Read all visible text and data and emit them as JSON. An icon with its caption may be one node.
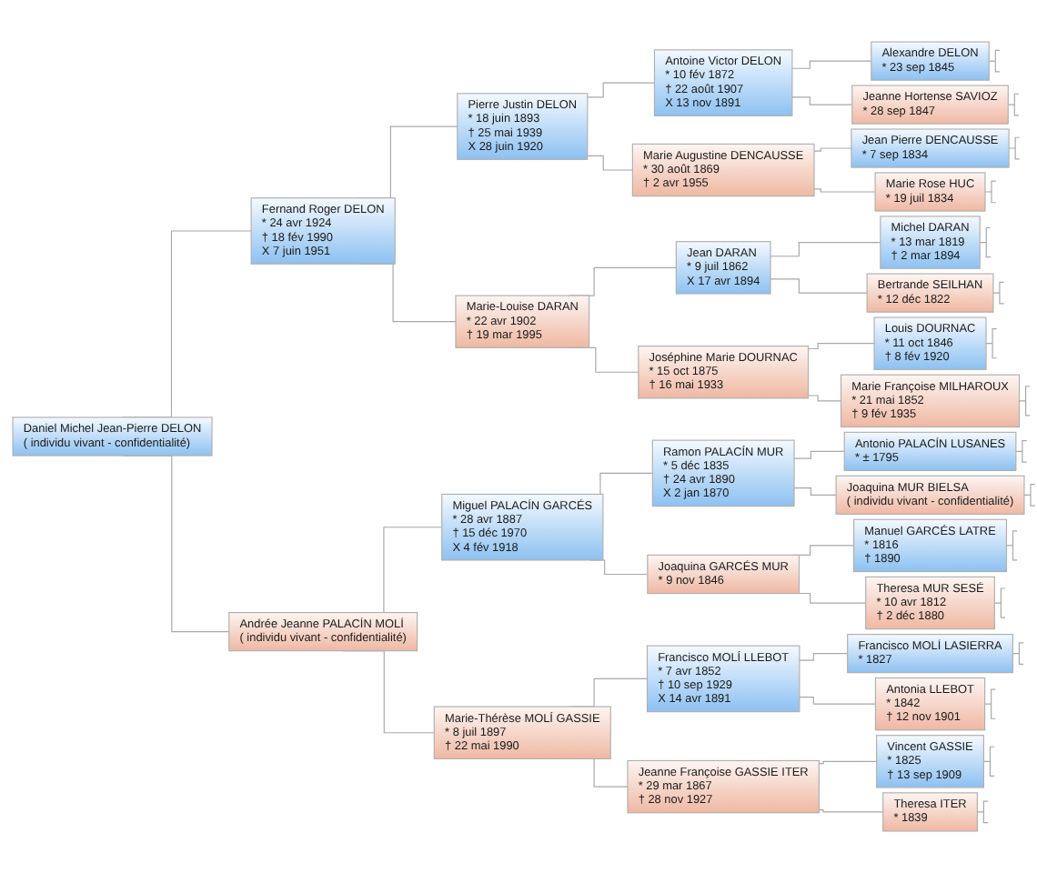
{
  "diagram": {
    "nodes": [
      {
        "text": [
          "Daniel Michel Jean-Pierre DELON",
          "( individu vivant - confidentialité)"
        ]
      },
      {
        "text": [
          "Fernand Roger DELON",
          "* 24 avr 1924",
          "† 18 fév 1990",
          "X 7 juin 1951"
        ]
      },
      {
        "text": [
          "Andrée Jeanne PALACÍN MOLÍ",
          "( individu vivant - confidentialité)"
        ]
      },
      {
        "text": [
          "Pierre Justin DELON",
          "* 18 juin 1893",
          "† 25 mai 1939",
          "X 28 juin 1920"
        ]
      },
      {
        "text": [
          "Marie-Louise DARAN",
          "* 22 avr 1902",
          "† 19 mar 1995"
        ]
      },
      {
        "text": [
          "Miguel PALACÍN GARCÉS",
          "* 28 avr 1887",
          "† 15 déc 1970",
          "X 4 fév 1918"
        ]
      },
      {
        "text": [
          "Marie-Thérèse MOLÍ GASSIE",
          "* 8 juil 1897",
          "† 22 mai 1990"
        ]
      },
      {
        "text": [
          "Antoine Victor DELON",
          "* 10 fév 1872",
          "† 22 août 1907",
          "X 13 nov 1891"
        ]
      },
      {
        "text": [
          "Marie Augustine DENCAUSSE",
          "* 30 août 1869",
          "† 2 avr 1955"
        ]
      },
      {
        "text": [
          "Jean DARAN",
          "* 9 juil 1862",
          "X 17 avr 1894"
        ]
      },
      {
        "text": [
          "Joséphine Marie DOURNAC",
          "* 15 oct 1875",
          "† 16 mai 1933"
        ]
      },
      {
        "text": [
          "Ramon PALACÍN MUR",
          "* 5 déc 1835",
          "† 24 avr 1890",
          "X 2 jan 1870"
        ]
      },
      {
        "text": [
          "Joaquina GARCÉS MUR",
          "* 9 nov 1846"
        ]
      },
      {
        "text": [
          "Francisco MOLÍ LLEBOT",
          "* 7 avr 1852",
          "† 10 sep 1929",
          "X 14 avr 1891"
        ]
      },
      {
        "text": [
          "Jeanne Françoise GASSIE ITER",
          "* 29 mar 1867",
          "† 28 nov 1927"
        ]
      },
      {
        "text": [
          "Alexandre DELON",
          "* 23 sep 1845"
        ]
      },
      {
        "text": [
          "Jeanne Hortense SAVIOZ",
          "* 28 sep 1847"
        ]
      },
      {
        "text": [
          "Jean Pierre DENCAUSSE",
          "* 7 sep 1834"
        ]
      },
      {
        "text": [
          "Marie Rose HUC",
          "* 19 juil 1834"
        ]
      },
      {
        "text": [
          "Michel DARAN",
          "* 13 mar 1819",
          "† 2 mar 1894"
        ]
      },
      {
        "text": [
          "Bertrande SEILHAN",
          "* 12 déc 1822"
        ]
      },
      {
        "text": [
          "Louis DOURNAC",
          "* 11 oct 1846",
          "† 8 fév 1920"
        ]
      },
      {
        "text": [
          "Marie Françoise MILHAROUX",
          "* 21 mai 1852",
          "† 9 fév 1935"
        ]
      },
      {
        "text": [
          "Antonio PALACÍN LUSANES",
          "* ± 1795"
        ]
      },
      {
        "text": [
          "Joaquina MUR BIELSA",
          "( individu vivant - confidentialité)"
        ]
      },
      {
        "text": [
          "Manuel GARCÉS LATRE",
          "* 1816",
          "† 1890"
        ]
      },
      {
        "text": [
          "Theresa MUR SESÉ",
          "* 10 avr 1812",
          "† 2 déc 1880"
        ]
      },
      {
        "text": [
          "Francisco MOLÍ LASIERRA",
          "* 1827"
        ]
      },
      {
        "text": [
          "Antonia LLEBOT",
          "* 1842",
          "† 12 nov 1901"
        ]
      },
      {
        "text": [
          "Vincent GASSIE",
          "* 1825",
          "† 13 sep 1909"
        ]
      },
      {
        "text": [
          "Theresa ITER",
          "* 1839"
        ]
      }
    ],
    "edges": [
      {
        "from": 0,
        "to": 1,
        "arrow": "none"
      },
      {
        "from": 0,
        "to": 2,
        "arrow": "none"
      },
      {
        "from": 1,
        "to": 3,
        "arrow": "none"
      },
      {
        "from": 1,
        "to": 4,
        "arrow": "none"
      },
      {
        "from": 2,
        "to": 5,
        "arrow": "none"
      },
      {
        "from": 2,
        "to": 6,
        "arrow": "none"
      },
      {
        "from": 3,
        "to": 7,
        "arrow": "none"
      },
      {
        "from": 3,
        "to": 8,
        "arrow": "none"
      },
      {
        "from": 4,
        "to": 9,
        "arrow": "none"
      },
      {
        "from": 4,
        "to": 10,
        "arrow": "none"
      },
      {
        "from": 5,
        "to": 11,
        "arrow": "none"
      },
      {
        "from": 5,
        "to": 12,
        "arrow": "none"
      },
      {
        "from": 6,
        "to": 13,
        "arrow": "none"
      },
      {
        "from": 6,
        "to": 14,
        "arrow": "none"
      },
      {
        "from": 7,
        "to": 15,
        "arrow": "none"
      },
      {
        "from": 7,
        "to": 16,
        "arrow": "none"
      },
      {
        "from": 8,
        "to": 17,
        "arrow": "none"
      },
      {
        "from": 8,
        "to": 18,
        "arrow": "none"
      },
      {
        "from": 9,
        "to": 19,
        "arrow": "none"
      },
      {
        "from": 9,
        "to": 20,
        "arrow": "none"
      },
      {
        "from": 10,
        "to": 21,
        "arrow": "none"
      },
      {
        "from": 10,
        "to": 22,
        "arrow": "none"
      },
      {
        "from": 11,
        "to": 23,
        "arrow": "none"
      },
      {
        "from": 11,
        "to": 24,
        "arrow": "none"
      },
      {
        "from": 12,
        "to": 25,
        "arrow": "none"
      },
      {
        "from": 12,
        "to": 26,
        "arrow": "none"
      },
      {
        "from": 13,
        "to": 27,
        "arrow": "none"
      },
      {
        "from": 13,
        "to": 28,
        "arrow": "none"
      },
      {
        "from": 14,
        "to": 29,
        "arrow": "none"
      },
      {
        "from": 14,
        "to": 30,
        "arrow": "none"
      },
      {
        "from": 15,
        "to": null,
        "arrow": "none"
      },
      {
        "from": 16,
        "to": null,
        "arrow": "none"
      },
      {
        "from": 17,
        "to": null,
        "arrow": "none"
      },
      {
        "from": 18,
        "to": null,
        "arrow": "none"
      },
      {
        "from": 19,
        "to": null,
        "arrow": "none"
      },
      {
        "from": 20,
        "to": null,
        "arrow": "none"
      },
      {
        "from": 21,
        "to": null,
        "arrow": "none"
      },
      {
        "from": 22,
        "to": null,
        "arrow": "none"
      },
      {
        "from": 23,
        "to": null,
        "arrow": "none"
      },
      {
        "from": 24,
        "to": null,
        "arrow": "none"
      },
      {
        "from": 25,
        "to": null,
        "arrow": "none"
      },
      {
        "from": 26,
        "to": null,
        "arrow": "none"
      },
      {
        "from": 27,
        "to": null,
        "arrow": "none"
      },
      {
        "from": 28,
        "to": null,
        "arrow": "none"
      },
      {
        "from": 29,
        "to": null,
        "arrow": "none"
      },
      {
        "from": 30,
        "to": null,
        "arrow": "none"
      }
    ]
  }
}
